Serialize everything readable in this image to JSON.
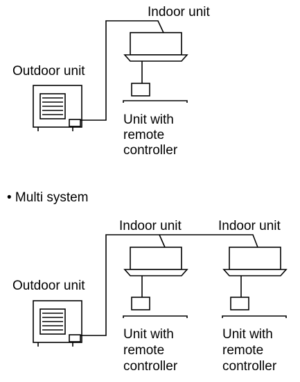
{
  "single": {
    "outdoor_label": "Outdoor unit",
    "indoor_label": "Indoor unit",
    "remote_label": [
      "Unit with",
      "remote",
      "controller"
    ]
  },
  "multi": {
    "heading": "• Multi system",
    "outdoor_label": "Outdoor unit",
    "indoor_left_label": "Indoor unit",
    "indoor_right_label": "Indoor unit",
    "remote_left_label": [
      "Unit with",
      "remote",
      "controller"
    ],
    "remote_right_label": [
      "Unit with",
      "remote",
      "controller"
    ]
  }
}
